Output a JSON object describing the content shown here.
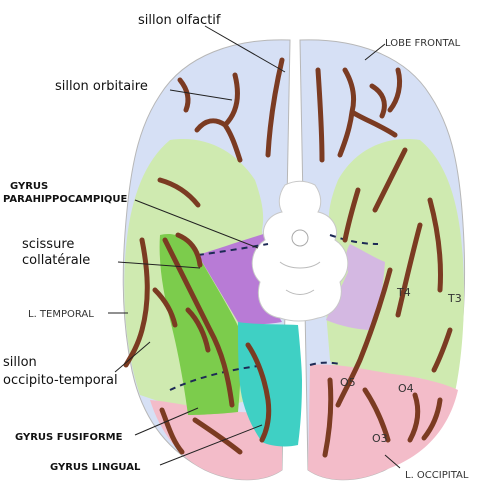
{
  "labels": {
    "sillon_olfactif": "sillon olfactif",
    "sillon_orbitaire": "sillon orbitaire",
    "lobe_frontal": "LOBE FRONTAL",
    "gyrus_parahippocampique_1": "GYRUS",
    "gyrus_parahippocampique_2": "PARAHIPPOCAMPIQUE",
    "scissure_collaterale_1": "scissure",
    "scissure_collaterale_2": "collatérale",
    "l_temporal": "L. TEMPORAL",
    "sillon_occipito_temporal_1": "sillon",
    "sillon_occipito_temporal_2": "occipito-temporal",
    "gyrus_fusiforme": "GYRUS FUSIFORME",
    "gyrus_lingual": "GYRUS LINGUAL",
    "l_occipital": "L. OCCIPITAL",
    "t4": "T4",
    "t3": "T3",
    "o5": "O5",
    "o4": "O4",
    "o3": "O3"
  },
  "colors": {
    "frontal": "#d6e0f5",
    "temporal": "#cfeab0",
    "parahippocampal": "#b87bd6",
    "parahippocampal_right": "#d4b8e2",
    "fusiform": "#7ccc4c",
    "lingual": "#3fd0c4",
    "occipital": "#f3bcc9",
    "sulcus": "#7b3b22",
    "brainstem": "#ffffff",
    "outline": "#b7b7b7",
    "leader": "#222222"
  }
}
